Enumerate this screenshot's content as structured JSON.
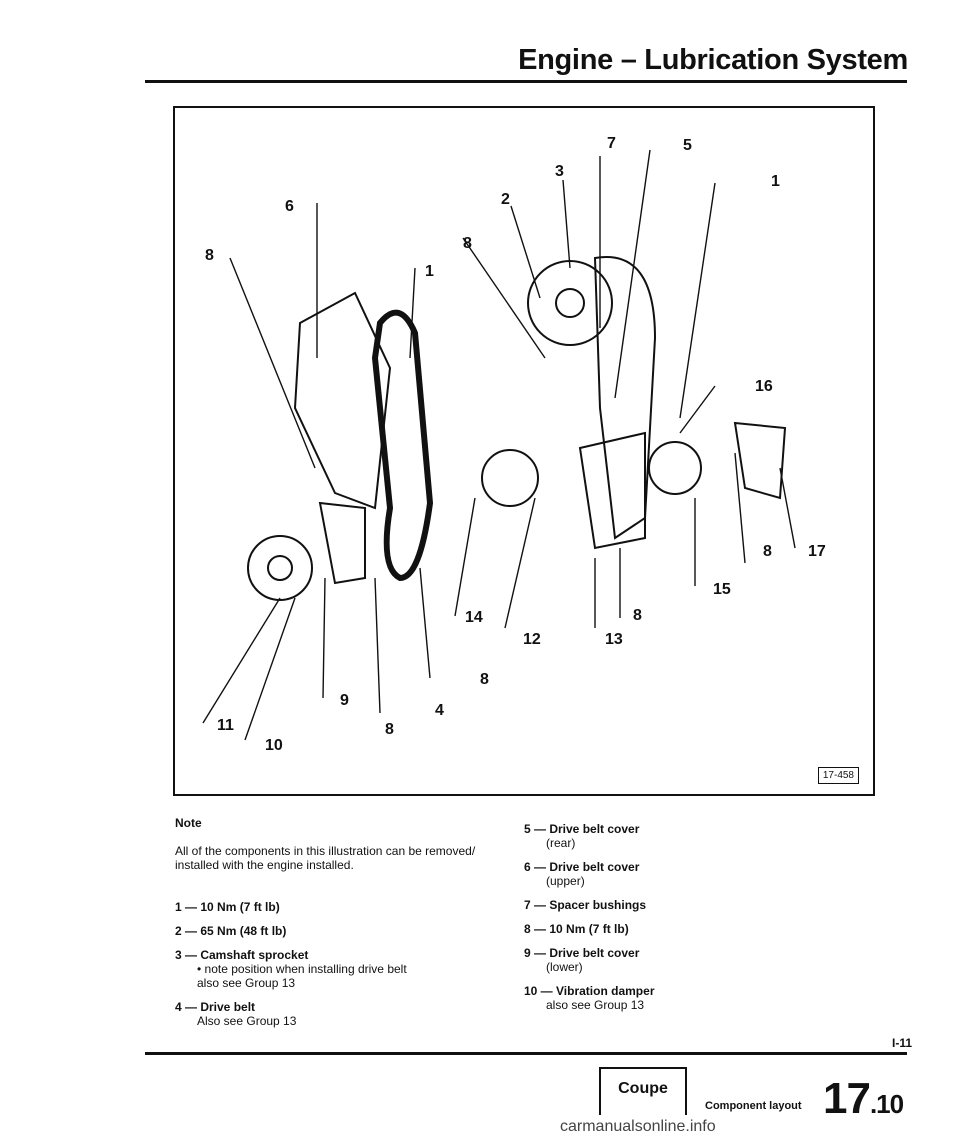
{
  "header": {
    "title": "Engine – Lubrication System"
  },
  "figure": {
    "id": "17-458",
    "callouts": [
      "1",
      "2",
      "3",
      "4",
      "5",
      "6",
      "7",
      "8",
      "9",
      "10",
      "11",
      "12",
      "13",
      "14",
      "15",
      "16",
      "17"
    ]
  },
  "notes": {
    "heading": "Note",
    "body": "All of the components in this illustration can be removed/ installed with the engine installed.",
    "items_left": [
      {
        "label": "1 — 10 Nm (7 ft lb)",
        "lines": []
      },
      {
        "label": "2 — 65 Nm (48 ft lb)",
        "lines": []
      },
      {
        "label": "3 — Camshaft sprocket",
        "lines": [
          "• note position when installing drive belt",
          "also see Group 13"
        ]
      },
      {
        "label": "4 — Drive belt",
        "lines": [
          "Also see Group 13"
        ]
      }
    ],
    "items_right": [
      {
        "label": "5 — Drive belt cover",
        "lines": [
          "(rear)"
        ]
      },
      {
        "label": "6 — Drive belt cover",
        "lines": [
          "(upper)"
        ]
      },
      {
        "label": "7 — Spacer bushings",
        "lines": []
      },
      {
        "label": "8 — 10 Nm (7 ft lb)",
        "lines": []
      },
      {
        "label": "9 — Drive belt cover",
        "lines": [
          "(lower)"
        ]
      },
      {
        "label": "10 — Vibration damper",
        "lines": [
          "also see Group 13"
        ]
      }
    ]
  },
  "footer": {
    "page_ref": "I-11",
    "model_tab": "Coupe",
    "section_label": "Component layout",
    "section_major": "17",
    "section_minor": ".10",
    "watermark": "carmanualsonline.info"
  }
}
